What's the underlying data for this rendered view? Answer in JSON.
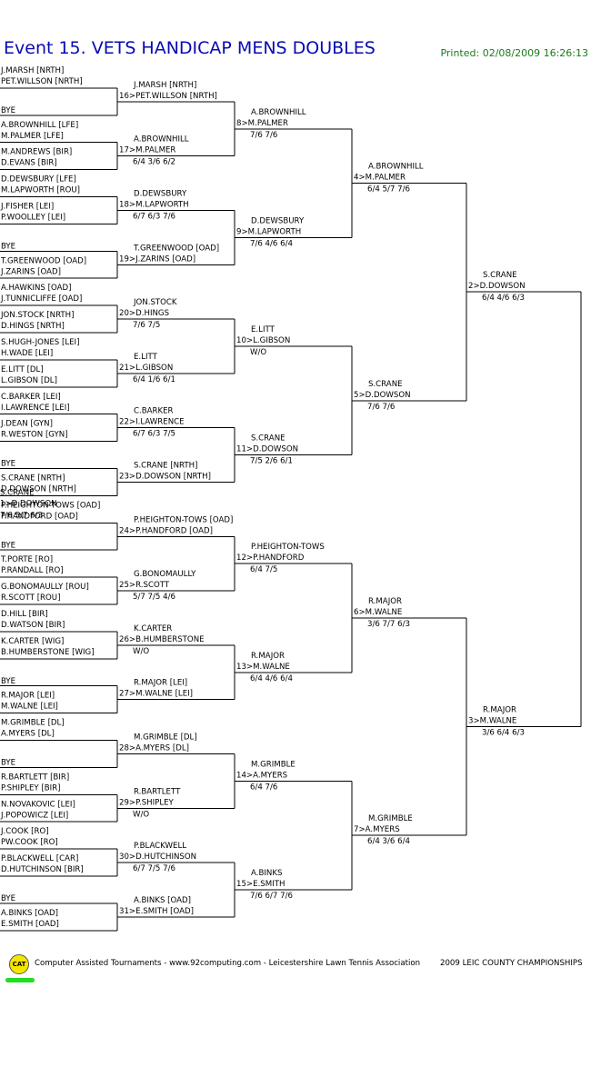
{
  "header": {
    "title": "Event 15. VETS HANDICAP MENS DOUBLES",
    "printed": "Printed: 02/08/2009 16:26:13"
  },
  "footer": {
    "logo_text": "CAT",
    "credits": "Computer Assisted Tournaments - www.92computing.com -  Leicestershire Lawn Tennis Association",
    "event": "2009 LEIC COUNTY CHAMPIONSHIPS"
  },
  "bracket": {
    "draw": [
      [
        "J.MARSH [NRTH]",
        "PET.WILLSON [NRTH]"
      ],
      [
        "BYE"
      ],
      [
        "A.BROWNHILL [LFE]",
        "M.PALMER [LFE]"
      ],
      [
        "M.ANDREWS [BIR]",
        "D.EVANS [BIR]"
      ],
      [
        "D.DEWSBURY [LFE]",
        "M.LAPWORTH [ROU]"
      ],
      [
        "J.FISHER [LEI]",
        "P.WOOLLEY [LEI]"
      ],
      [
        "BYE"
      ],
      [
        "T.GREENWOOD [OAD]",
        "J.ZARINS [OAD]"
      ],
      [
        "A.HAWKINS [OAD]",
        "J.TUNNICLIFFE [OAD]"
      ],
      [
        "JON.STOCK [NRTH]",
        "D.HINGS [NRTH]"
      ],
      [
        "S.HUGH-JONES [LEI]",
        "H.WADE [LEI]"
      ],
      [
        "E.LITT [DL]",
        "L.GIBSON [DL]"
      ],
      [
        "C.BARKER [LEI]",
        "I.LAWRENCE [LEI]"
      ],
      [
        "J.DEAN [GYN]",
        "R.WESTON [GYN]"
      ],
      [
        "BYE"
      ],
      [
        "S.CRANE [NRTH]",
        "D.DOWSON [NRTH]"
      ],
      [
        "P.HEIGHTON-TOWS [OAD]",
        "P.HANDFORD [OAD]"
      ],
      [
        "BYE"
      ],
      [
        "T.PORTE [RO]",
        "P.RANDALL [RO]"
      ],
      [
        "G.BONOMAULLY [ROU]",
        "R.SCOTT [ROU]"
      ],
      [
        "D.HILL [BIR]",
        "D.WATSON [BIR]"
      ],
      [
        "K.CARTER [WIG]",
        "B.HUMBERSTONE [WIG]"
      ],
      [
        "BYE"
      ],
      [
        "R.MAJOR [LEI]",
        "M.WALNE [LEI]"
      ],
      [
        "M.GRIMBLE [DL]",
        "A.MYERS [DL]"
      ],
      [
        "BYE"
      ],
      [
        "R.BARTLETT [BIR]",
        "P.SHIPLEY [BIR]"
      ],
      [
        "N.NOVAKOVIC [LEI]",
        "J.POPOWICZ [LEI]"
      ],
      [
        "J.COOK [RO]",
        "PW.COOK [RO]"
      ],
      [
        "P.BLACKWELL [CAR]",
        "D.HUTCHINSON [BIR]"
      ],
      [
        "BYE"
      ],
      [
        "A.BINKS [OAD]",
        "E.SMITH [OAD]"
      ]
    ],
    "rounds": [
      [
        {
          "num": "16",
          "p1": "J.MARSH [NRTH]",
          "p2": "PET.WILLSON [NRTH]",
          "score": ""
        },
        {
          "num": "17",
          "p1": "A.BROWNHILL",
          "p2": "M.PALMER",
          "score": "6/4 3/6 6/2"
        },
        {
          "num": "18",
          "p1": "D.DEWSBURY",
          "p2": "M.LAPWORTH",
          "score": "6/7 6/3 7/6"
        },
        {
          "num": "19",
          "p1": "T.GREENWOOD [OAD]",
          "p2": "J.ZARINS [OAD]",
          "score": ""
        },
        {
          "num": "20",
          "p1": "JON.STOCK",
          "p2": "D.HINGS",
          "score": "7/6 7/5"
        },
        {
          "num": "21",
          "p1": "E.LITT",
          "p2": "L.GIBSON",
          "score": "6/4 1/6 6/1"
        },
        {
          "num": "22",
          "p1": "C.BARKER",
          "p2": "I.LAWRENCE",
          "score": "6/7 6/3 7/5"
        },
        {
          "num": "23",
          "p1": "S.CRANE [NRTH]",
          "p2": "D.DOWSON [NRTH]",
          "score": ""
        },
        {
          "num": "24",
          "p1": "P.HEIGHTON-TOWS [OAD]",
          "p2": "P.HANDFORD [OAD]",
          "score": ""
        },
        {
          "num": "25",
          "p1": "G.BONOMAULLY",
          "p2": "R.SCOTT",
          "score": "5/7 7/5 4/6"
        },
        {
          "num": "26",
          "p1": "K.CARTER",
          "p2": "B.HUMBERSTONE",
          "score": "W/O"
        },
        {
          "num": "27",
          "p1": "R.MAJOR [LEI]",
          "p2": "M.WALNE [LEI]",
          "score": ""
        },
        {
          "num": "28",
          "p1": "M.GRIMBLE [DL]",
          "p2": "A.MYERS [DL]",
          "score": ""
        },
        {
          "num": "29",
          "p1": "R.BARTLETT",
          "p2": "P.SHIPLEY",
          "score": "W/O"
        },
        {
          "num": "30",
          "p1": "P.BLACKWELL",
          "p2": "D.HUTCHINSON",
          "score": "6/7 7/5 7/6"
        },
        {
          "num": "31",
          "p1": "A.BINKS [OAD]",
          "p2": "E.SMITH [OAD]",
          "score": ""
        }
      ],
      [
        {
          "num": "8",
          "p1": "A.BROWNHILL",
          "p2": "M.PALMER",
          "score": "7/6 7/6"
        },
        {
          "num": "9",
          "p1": "D.DEWSBURY",
          "p2": "M.LAPWORTH",
          "score": "7/6 4/6 6/4"
        },
        {
          "num": "10",
          "p1": "E.LITT",
          "p2": "L.GIBSON",
          "score": "W/O"
        },
        {
          "num": "11",
          "p1": "S.CRANE",
          "p2": "D.DOWSON",
          "score": "7/5 2/6 6/1"
        },
        {
          "num": "12",
          "p1": "P.HEIGHTON-TOWS",
          "p2": "P.HANDFORD",
          "score": "6/4 7/5"
        },
        {
          "num": "13",
          "p1": "R.MAJOR",
          "p2": "M.WALNE",
          "score": "6/4 4/6 6/4"
        },
        {
          "num": "14",
          "p1": "M.GRIMBLE",
          "p2": "A.MYERS",
          "score": "6/4 7/6"
        },
        {
          "num": "15",
          "p1": "A.BINKS",
          "p2": "E.SMITH",
          "score": "7/6 6/7 7/6"
        }
      ],
      [
        {
          "num": "4",
          "p1": "A.BROWNHILL",
          "p2": "M.PALMER",
          "score": "6/4 5/7 7/6"
        },
        {
          "num": "5",
          "p1": "S.CRANE",
          "p2": "D.DOWSON",
          "score": "7/6 7/6"
        },
        {
          "num": "6",
          "p1": "R.MAJOR",
          "p2": "M.WALNE",
          "score": "3/6 7/7 6/3"
        },
        {
          "num": "7",
          "p1": "M.GRIMBLE",
          "p2": "A.MYERS",
          "score": "6/4 3/6 6/4"
        }
      ],
      [
        {
          "num": "2",
          "p1": "S.CRANE",
          "p2": "D.DOWSON",
          "score": "6/4 4/6 6/3"
        },
        {
          "num": "3",
          "p1": "R.MAJOR",
          "p2": "M.WALNE",
          "score": "3/6 6/4 6/3"
        }
      ],
      [
        {
          "num": "1",
          "p1": "S.CRANE",
          "p2": "D.DOWSON",
          "score": "7/6 5/7 6/3"
        }
      ]
    ]
  }
}
